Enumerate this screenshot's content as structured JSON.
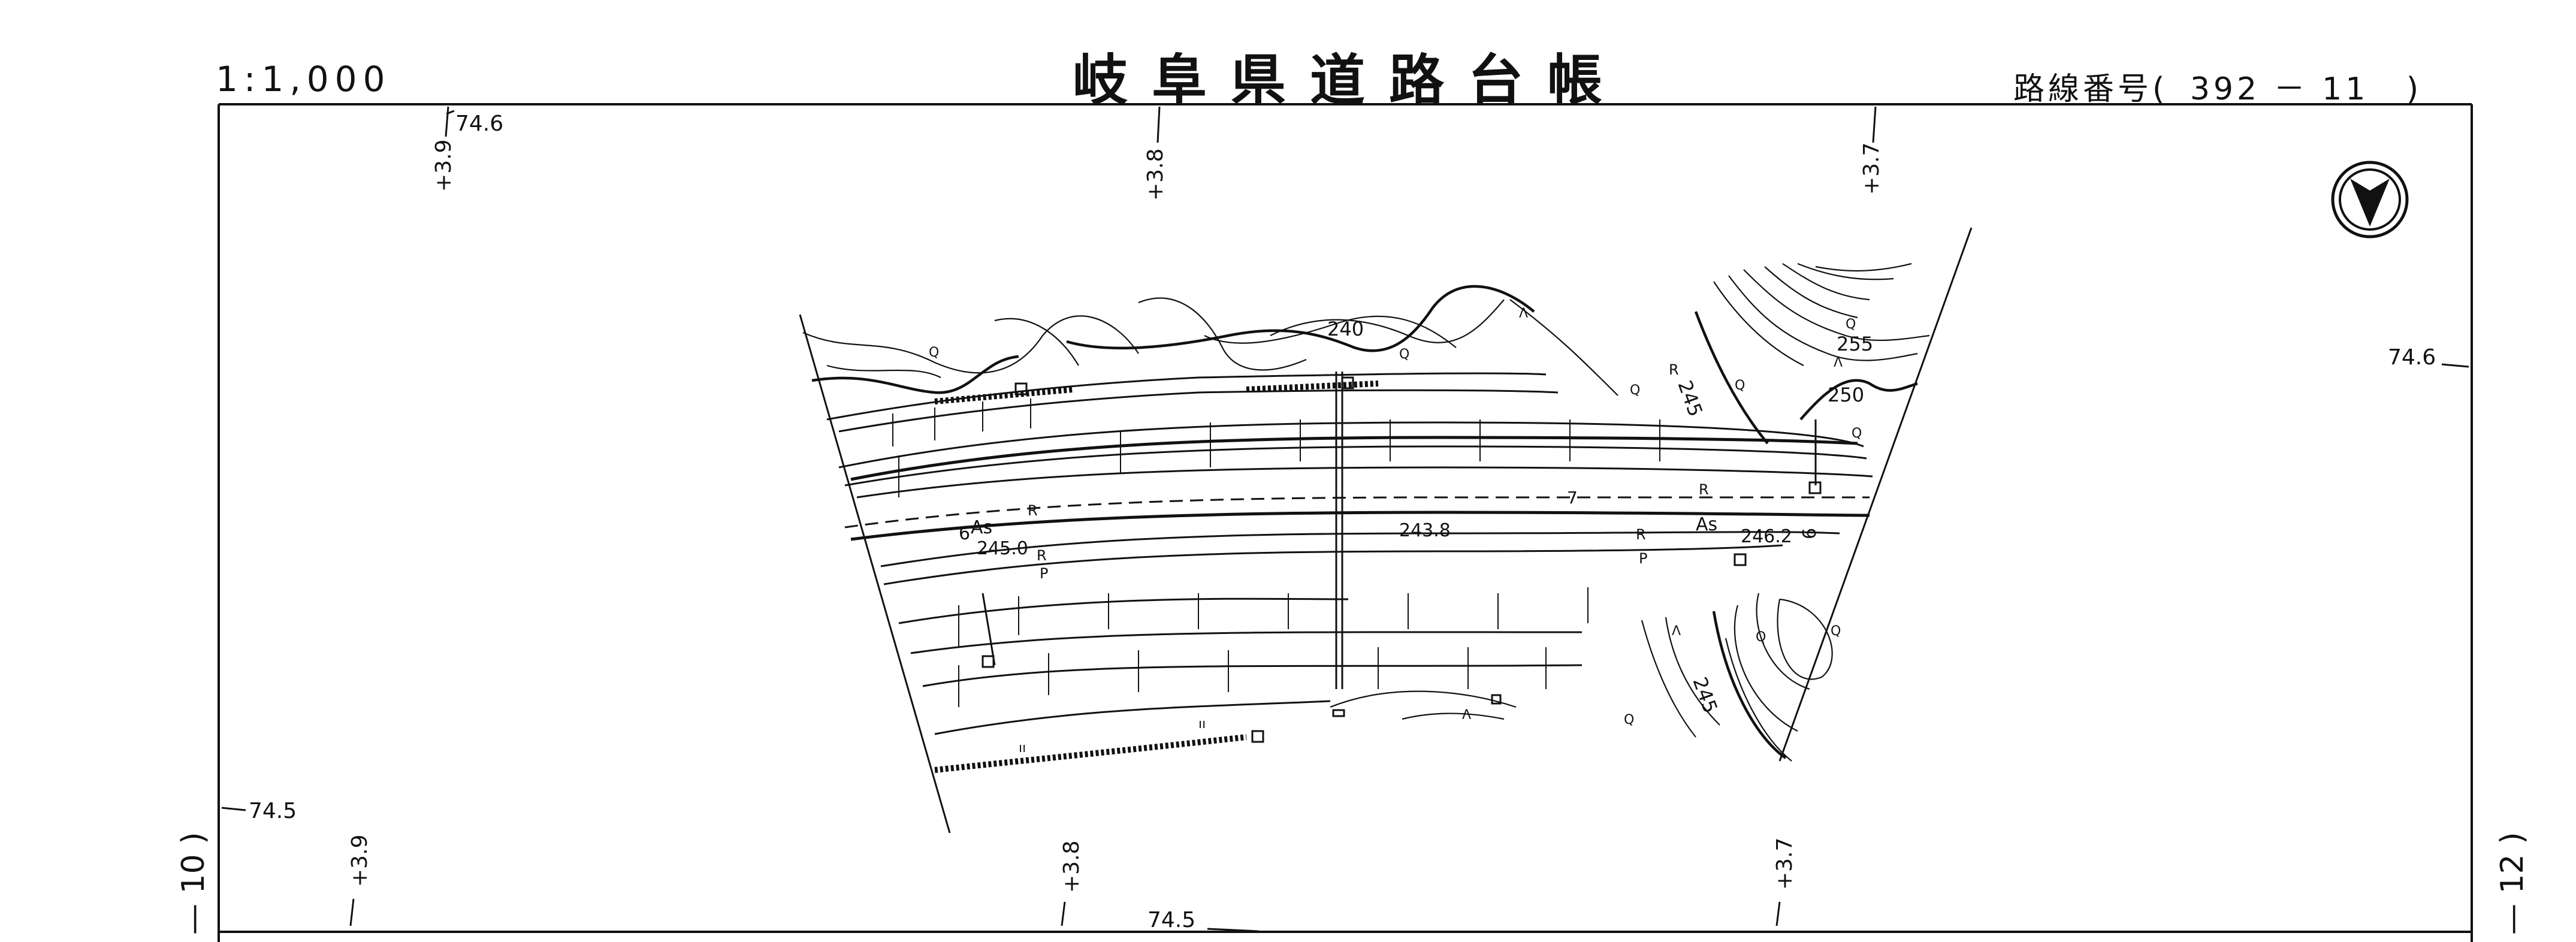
{
  "header": {
    "scale": "1:1,000",
    "title": "岐阜県道路台帳",
    "route_label": "路線番号(",
    "route_number": "392 － 11",
    "route_close": ")"
  },
  "sheet_neighbors": {
    "left": "— 10 )",
    "right": "— 12 )"
  },
  "grid_labels": {
    "top_left_coord": "74.6",
    "right_coord": "74.6",
    "bottom_left_coord": "74.5",
    "bottom_coord": "74.5",
    "top_offsets": [
      "+3.9",
      "+3.8",
      "+3.7"
    ],
    "bottom_offsets": [
      "+3.9",
      "+3.8",
      "+3.7"
    ]
  },
  "road_labels": {
    "elev_center": "243.8",
    "elev_left": "245.0",
    "elev_right": "246.2",
    "surface_left": "As",
    "surface_right": "As",
    "width_left": "6",
    "width_right": "6",
    "r1": "R",
    "r2": "R",
    "r3": "R",
    "r4": "R",
    "r5": "R",
    "p1": "P",
    "p2": "P",
    "seven": "7"
  },
  "contours": {
    "c240": "240",
    "c245a": "245",
    "c245b": "245",
    "c250": "250",
    "c255": "255"
  },
  "symbols": {
    "broadleaf": "Q",
    "conifer": "Λ",
    "grass": "ıı"
  },
  "icons": [
    "north-arrow-icon"
  ],
  "colors": {
    "ink": "#111111",
    "paper": "#ffffff"
  }
}
